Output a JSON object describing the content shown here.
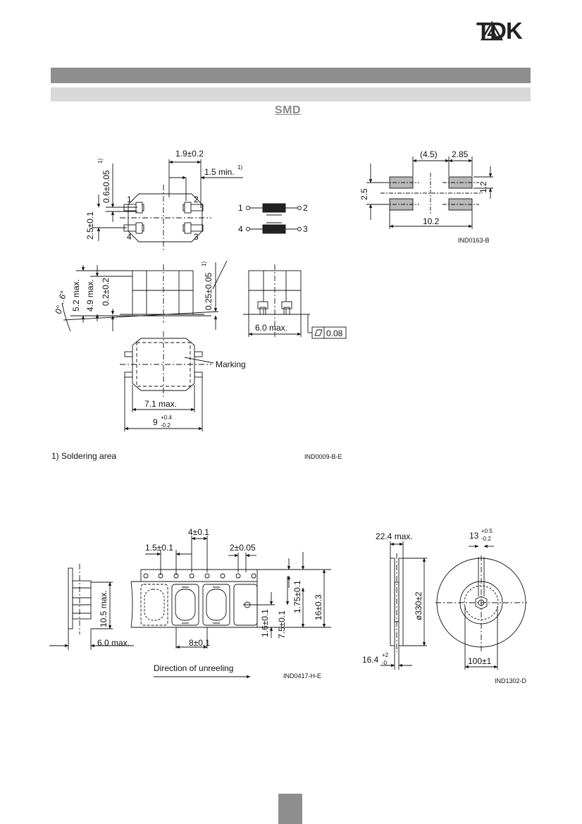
{
  "header": {
    "brand": "TDK"
  },
  "section": {
    "title": "SMD"
  },
  "top_view": {
    "dim_pad_width": "1.9±0.2",
    "dim_min": "1.5 min.",
    "dim_min_note": "1)",
    "dim_pad_len": "0.6±0.05",
    "dim_pad_len_note": "1)",
    "dim_pitch": "2.5±0.1",
    "pin1": "1",
    "pin2": "2",
    "pin3": "3",
    "pin4": "4"
  },
  "schematic": {
    "p1": "1",
    "p2": "2",
    "p3": "3",
    "p4": "4"
  },
  "land_pattern": {
    "dim_gap": "(4.5)",
    "dim_pad_w": "2.85",
    "dim_pitch": "2.5",
    "dim_pad_h": "1.2",
    "dim_total": "10.2",
    "code": "IND0163-B"
  },
  "side_view": {
    "dim_angle": "0°...6°",
    "dim_h_max": "5.2 max.",
    "dim_body": "4.9 max.",
    "dim_standoff": "0.2±0.2",
    "dim_pad_t": "0.25±0.05",
    "dim_pad_t_note": "1)",
    "dim_depth": "6.0 max.",
    "flatness": "0.08"
  },
  "bottom_view": {
    "marking": "Marking",
    "dim_body_w": "7.1 max.",
    "dim_total": "9",
    "dim_total_tol_plus": "+0.4",
    "dim_total_tol_minus": "-0.2"
  },
  "footnote": {
    "text": "1) Soldering area",
    "code": "IND0009-B-E"
  },
  "tape": {
    "dim_pitch4": "4±0.1",
    "dim_hole": "1.5±0.1",
    "dim_p2": "2±0.05",
    "dim_height": "10.5 max.",
    "dim_depth": "6.0 max.",
    "dim_edge": "1.75±0.1",
    "dim_width": "16±0.3",
    "dim_hole2": "1.6±0.1",
    "dim_f": "7.5±0.1",
    "dim_pitch8": "8±0.1",
    "direction": "Direction of unreeling",
    "code": "IND0417-H-E"
  },
  "reel": {
    "dim_width_max": "22.4 max.",
    "dim_slot": "13",
    "dim_slot_tol_plus": "+0.5",
    "dim_slot_tol_minus": "-0.2",
    "dim_dia": "ø330±2",
    "dim_hub": "100±1",
    "dim_inner": "16.4",
    "dim_inner_tol_plus": "+2",
    "dim_inner_tol_minus": "-0",
    "code": "IND1302-D"
  }
}
